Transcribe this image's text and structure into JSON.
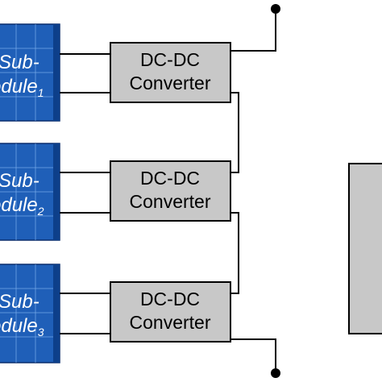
{
  "submodules": [
    {
      "prefix": "Sub-",
      "main": "odule",
      "index": "1"
    },
    {
      "prefix": "Sub-",
      "main": "odule",
      "index": "2"
    },
    {
      "prefix": "Sub-",
      "main": "odule",
      "index": "3"
    }
  ],
  "converters": [
    {
      "line1": "DC-DC",
      "line2": "Converter"
    },
    {
      "line1": "DC-DC",
      "line2": "Converter"
    },
    {
      "line1": "DC-DC",
      "line2": "Converter"
    }
  ],
  "colors": {
    "panel_blue": "#1f5fb8",
    "box_gray": "#c8c8c8",
    "wire": "#000000"
  }
}
